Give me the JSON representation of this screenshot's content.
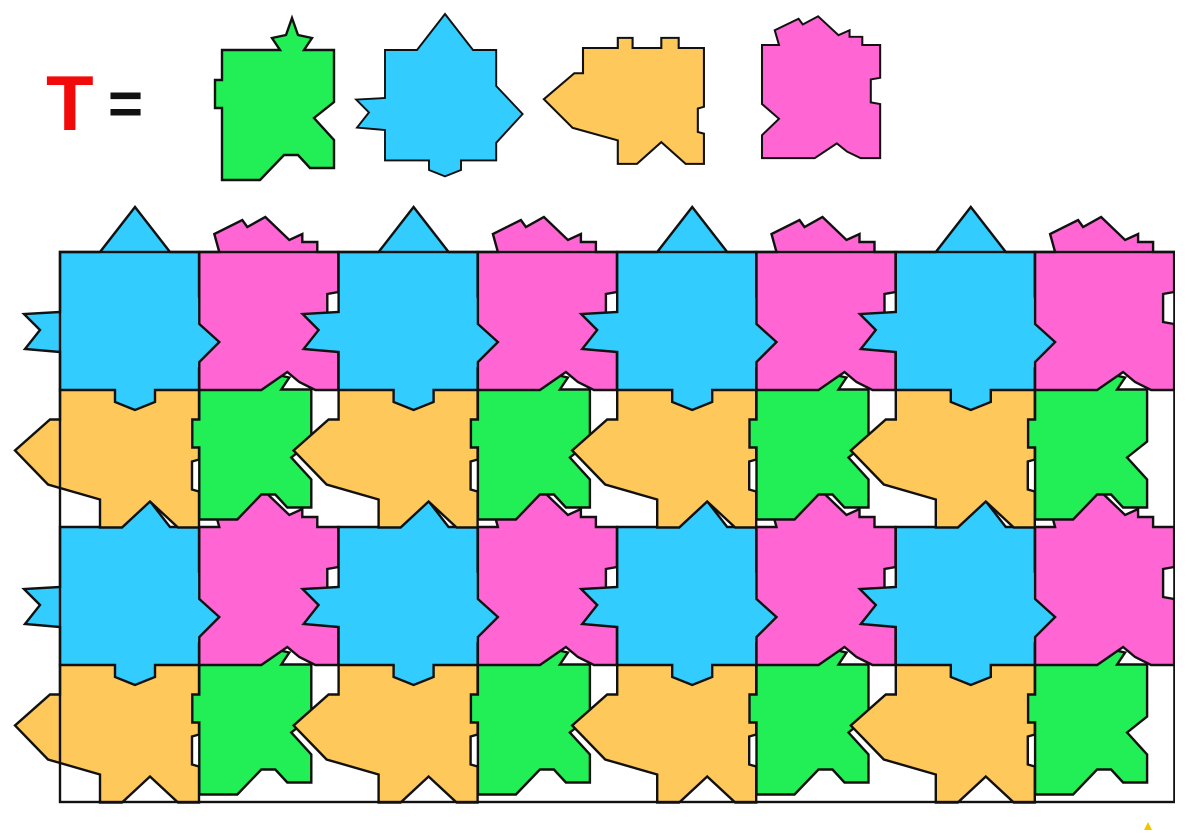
{
  "legend": {
    "symbol": "T",
    "equals": "=",
    "symbol_color": "#f20a0a",
    "equals_color": "#111111"
  },
  "tiles": [
    {
      "name": "green",
      "color": "#22ee55"
    },
    {
      "name": "blue",
      "color": "#33ccff"
    },
    {
      "name": "orange",
      "color": "#ffc85a"
    },
    {
      "name": "pink",
      "color": "#ff66d4"
    }
  ],
  "tiling": {
    "rows": 4,
    "cols": 8,
    "pattern": [
      [
        "blue",
        "pink"
      ],
      [
        "orange",
        "green"
      ]
    ]
  },
  "outline_color": "#111111",
  "corner_mark_color": "#f5c400"
}
